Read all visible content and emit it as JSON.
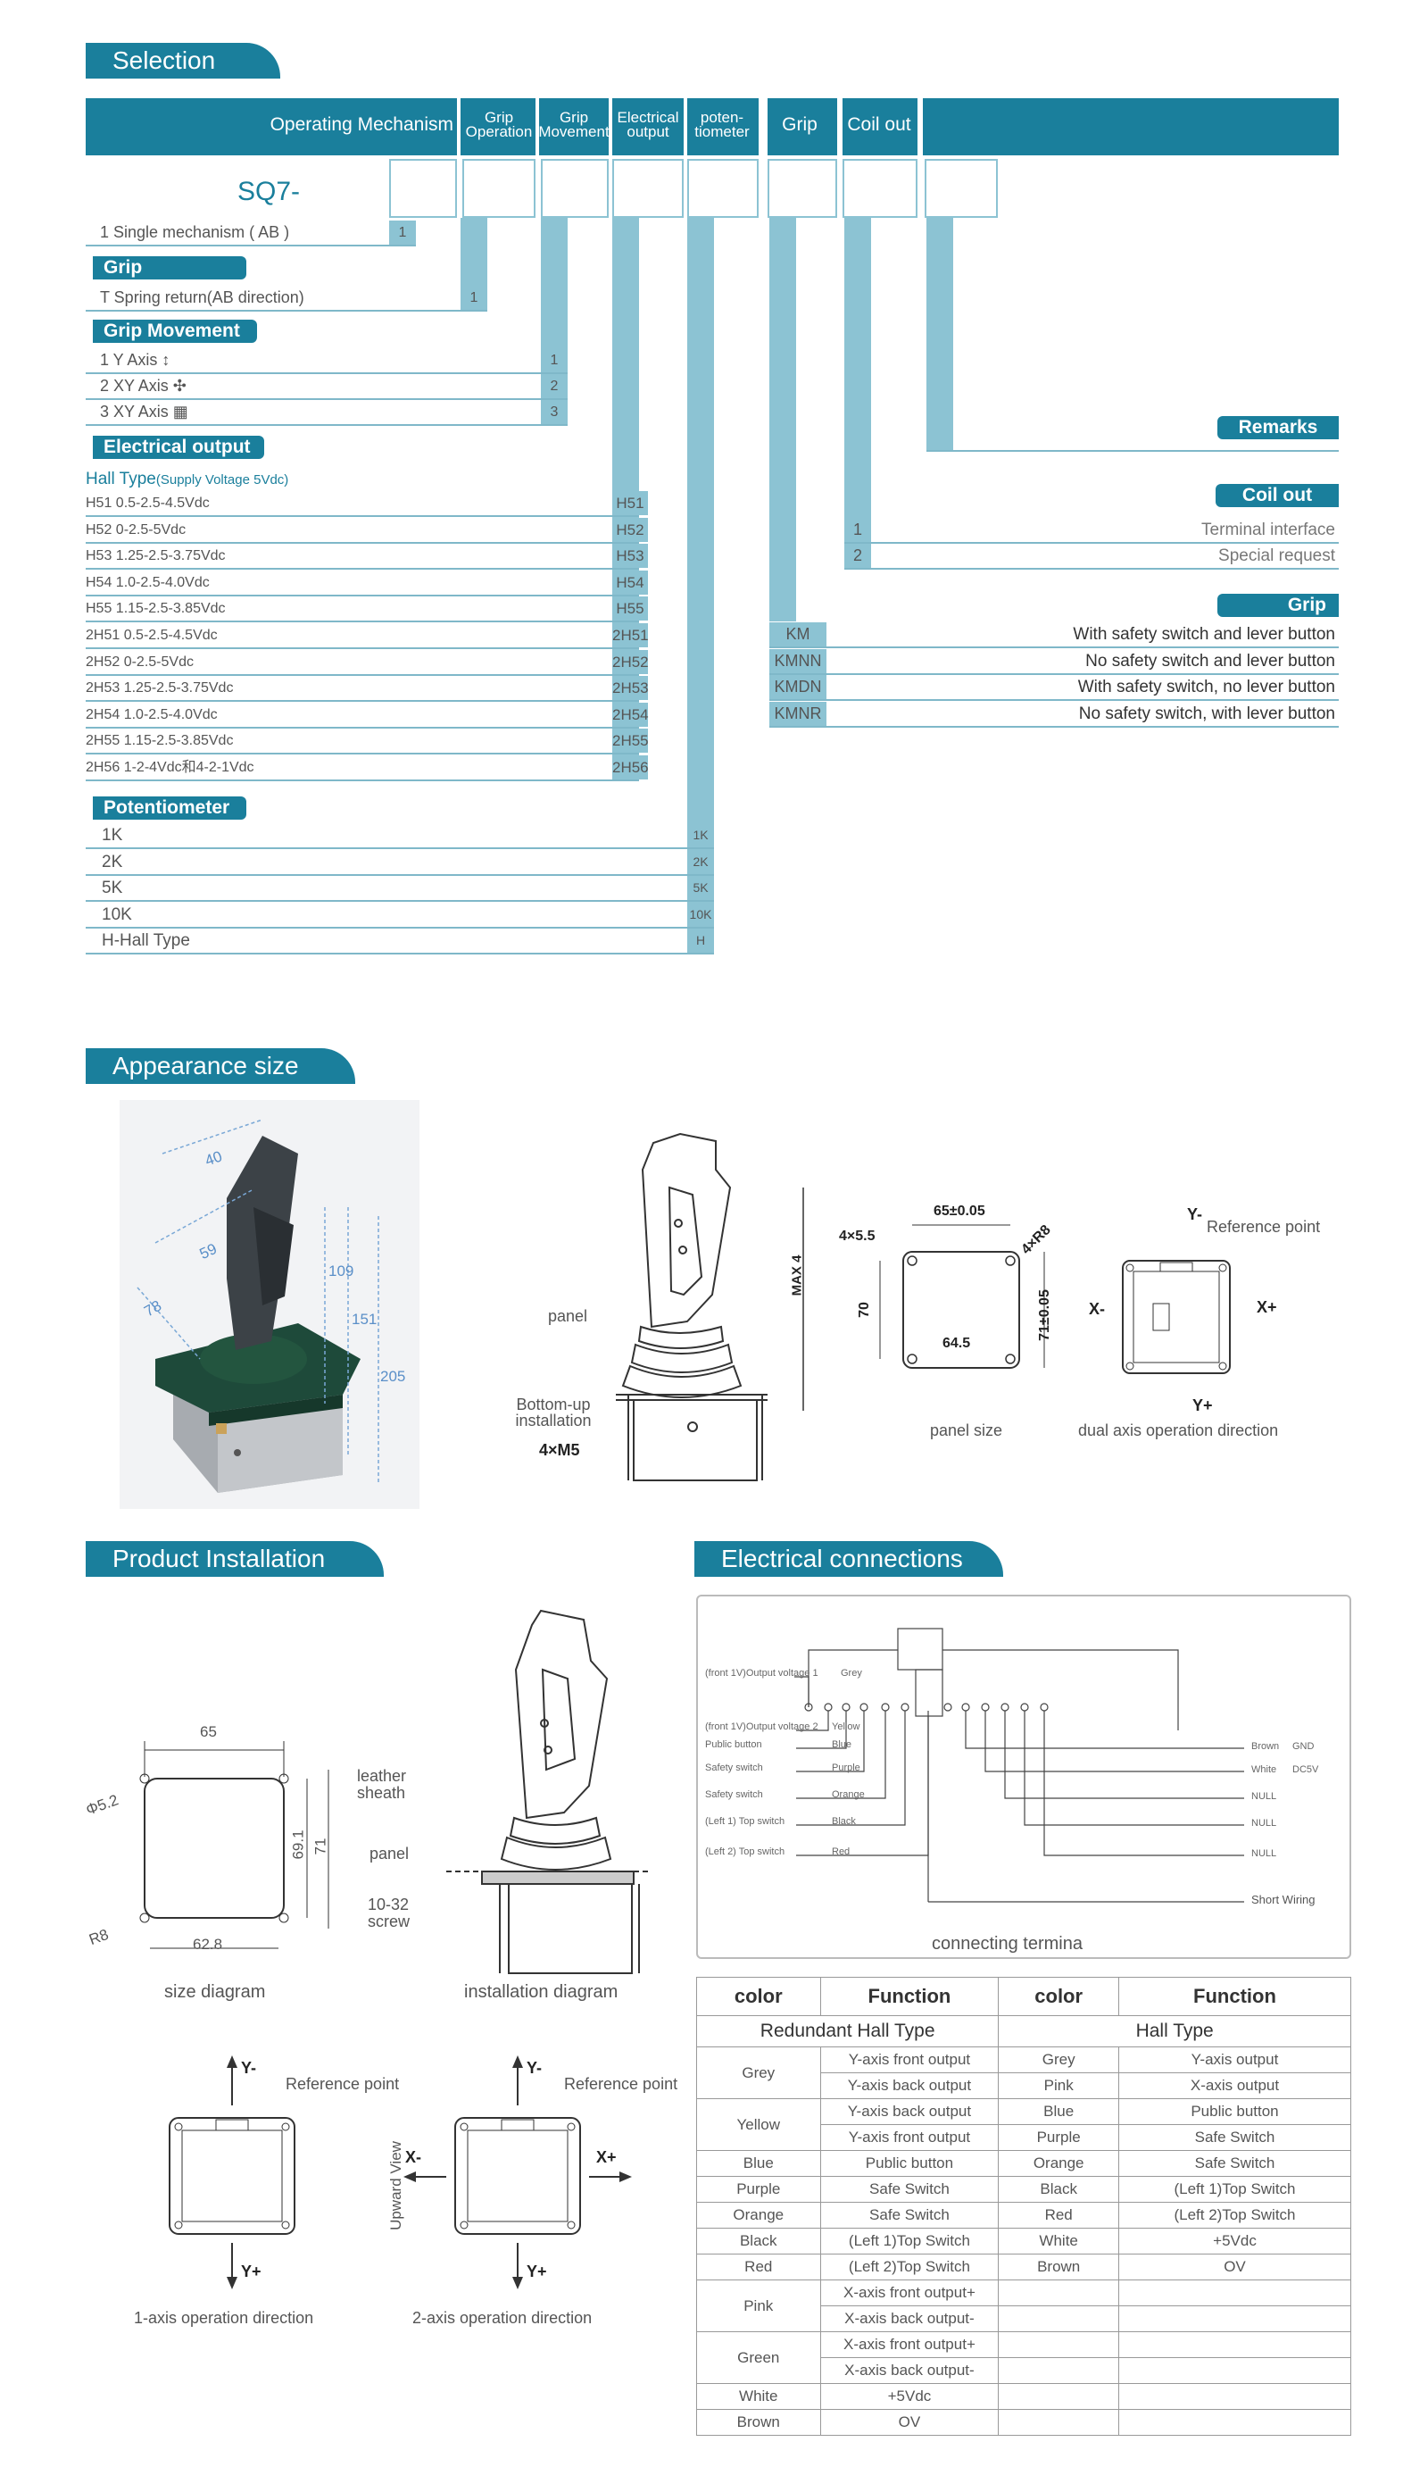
{
  "sections": {
    "selection": "Selection",
    "appearance": "Appearance size",
    "installation": "Product Installation",
    "electrical": "Electrical connections"
  },
  "header": {
    "operating_mechanism": "Operating Mechanism",
    "grip_operation": "Grip Operation",
    "grip_movement": "Grip Movement",
    "electrical_output": "Electrical output",
    "potentiometer": "poten-tiometer",
    "grip": "Grip",
    "coil_out": "Coil out"
  },
  "model": "SQ7-",
  "mechanism": {
    "text": "1 Single mechanism ( AB )",
    "code": "1"
  },
  "grip_operation": {
    "title": "Grip Operation",
    "text": "T Spring return(AB direction)",
    "code": "1"
  },
  "grip_movement": {
    "title": "Grip Movement",
    "items": [
      {
        "text": "1  Y Axis ↕",
        "code": "1"
      },
      {
        "text": "2  XY Axis ✣",
        "code": "2"
      },
      {
        "text": "3  XY Axis ▦",
        "code": "3"
      }
    ]
  },
  "electrical_output": {
    "title": "Electrical output",
    "subtitle": "Hall Type",
    "subtitle_note": "(Supply Voltage 5Vdc)",
    "items": [
      {
        "text": "H51 0.5-2.5-4.5Vdc",
        "code": "H51"
      },
      {
        "text": "H52 0-2.5-5Vdc",
        "code": "H52"
      },
      {
        "text": "H53 1.25-2.5-3.75Vdc",
        "code": "H53"
      },
      {
        "text": "H54 1.0-2.5-4.0Vdc",
        "code": "H54"
      },
      {
        "text": "H55  1.15-2.5-3.85Vdc",
        "code": "H55"
      },
      {
        "text": "2H51 0.5-2.5-4.5Vdc",
        "code": "2H51"
      },
      {
        "text": "2H52 0-2.5-5Vdc",
        "code": "2H52"
      },
      {
        "text": "2H53 1.25-2.5-3.75Vdc",
        "code": "2H53"
      },
      {
        "text": "2H54 1.0-2.5-4.0Vdc",
        "code": "2H54"
      },
      {
        "text": "2H55  1.15-2.5-3.85Vdc",
        "code": "2H55"
      },
      {
        "text": "2H56  1-2-4Vdc和4-2-1Vdc",
        "code": "2H56"
      }
    ]
  },
  "potentiometer": {
    "title": "Potentiometer",
    "items": [
      {
        "text": "1K",
        "code": "1K"
      },
      {
        "text": "2K",
        "code": "2K"
      },
      {
        "text": "5K",
        "code": "5K"
      },
      {
        "text": "10K",
        "code": "10K"
      },
      {
        "text": "H-Hall Type",
        "code": "H"
      }
    ]
  },
  "remarks": {
    "title": "Remarks"
  },
  "coil_out": {
    "title": "Coil out",
    "items": [
      {
        "code": "1",
        "text": "Terminal interface"
      },
      {
        "code": "2",
        "text": "Special request"
      }
    ]
  },
  "grip": {
    "title": "Grip",
    "items": [
      {
        "code": "KM",
        "text": "With safety switch and lever button"
      },
      {
        "code": "KMNN",
        "text": "No safety switch and lever button"
      },
      {
        "code": "KMDN",
        "text": "With safety switch, no lever button"
      },
      {
        "code": "KMNR",
        "text": "No safety switch, with lever button"
      }
    ]
  },
  "appearance": {
    "dims3d": [
      "40",
      "59",
      "109",
      "151",
      "205",
      "78"
    ],
    "panel": "panel",
    "bottom_up": "Bottom-up installation",
    "m5": "4×M5",
    "max4": "MAX 4",
    "d70": "70",
    "d65": "65±0.05",
    "d645": "64.5",
    "d71": "71±0.05",
    "h455": "4×5.5",
    "r8": "4×R8",
    "panel_size": "panel size",
    "yminus": "Y-",
    "yplus": "Y+",
    "xminus": "X-",
    "xplus": "X+",
    "ref": "Reference point",
    "dual": "dual axis operation direction"
  },
  "installation": {
    "d65": "65",
    "d52": "Φ5.2",
    "d691": "69.1",
    "d71": "71",
    "r8": "R8",
    "d628": "62.8",
    "leather": "leather sheath",
    "panel": "panel",
    "screw": "10-32 screw",
    "size_diagram": "size diagram",
    "install_diagram": "installation diagram",
    "yminus": "Y-",
    "yplus": "Y+",
    "xminus": "X-",
    "xplus": "X+",
    "ref": "Reference point",
    "upward": "Upward View",
    "one_axis": "1-axis operation direction",
    "two_axis": "2-axis operation direction"
  },
  "wiring": {
    "left": [
      {
        "label": "(front 1V)Output voltage 1",
        "color": "Grey"
      },
      {
        "label": "(front  1V)Output voltage 2",
        "color": "Yellow"
      },
      {
        "label": "Public button",
        "color": "Blue"
      },
      {
        "label": "Safety switch",
        "color": "Purple"
      },
      {
        "label": "Safety switch",
        "color": "Orange"
      },
      {
        "label": "(Left 1) Top switch",
        "color": "Black"
      },
      {
        "label": "(Left 2) Top switch",
        "color": "Red"
      }
    ],
    "right": [
      {
        "color": "Brown",
        "label": "GND"
      },
      {
        "color": "White",
        "label": "DC5V"
      },
      {
        "color": "",
        "label": "NULL"
      },
      {
        "color": "",
        "label": "NULL"
      },
      {
        "color": "",
        "label": "NULL"
      }
    ],
    "short": "Short Wiring",
    "caption": "connecting termina"
  },
  "table": {
    "headers": [
      "color",
      "Function",
      "color",
      "Function"
    ],
    "left_title": "Redundant Hall Type",
    "right_title": "Hall Type",
    "left_rows": [
      {
        "color": "Grey",
        "funcs": [
          "Y-axis front output",
          "Y-axis back output"
        ]
      },
      {
        "color": "Yellow",
        "funcs": [
          "Y-axis back output",
          "Y-axis front output"
        ]
      },
      {
        "color": "Blue",
        "funcs": [
          "Public button"
        ]
      },
      {
        "color": "Purple",
        "funcs": [
          "Safe Switch"
        ]
      },
      {
        "color": "Orange",
        "funcs": [
          "Safe Switch"
        ]
      },
      {
        "color": "Black",
        "funcs": [
          "(Left 1)Top Switch"
        ]
      },
      {
        "color": "Red",
        "funcs": [
          "(Left 2)Top Switch"
        ]
      },
      {
        "color": "Pink",
        "funcs": [
          "X-axis front output+",
          "X-axis back output-"
        ]
      },
      {
        "color": "Green",
        "funcs": [
          "X-axis front output+",
          "X-axis back output-"
        ]
      },
      {
        "color": "White",
        "funcs": [
          "+5Vdc"
        ]
      },
      {
        "color": "Brown",
        "funcs": [
          "OV"
        ]
      }
    ],
    "right_rows": [
      {
        "color": "Grey",
        "func": "Y-axis output"
      },
      {
        "color": "Pink",
        "func": "X-axis output"
      },
      {
        "color": "Blue",
        "func": "Public button"
      },
      {
        "color": "Purple",
        "func": "Safe Switch"
      },
      {
        "color": "Orange",
        "func": "Safe Switch"
      },
      {
        "color": "Black",
        "func": "(Left 1)Top Switch"
      },
      {
        "color": "Red",
        "func": "(Left 2)Top Switch"
      },
      {
        "color": "White",
        "func": "+5Vdc"
      },
      {
        "color": "Brown",
        "func": "OV"
      }
    ]
  },
  "colors": {
    "primary": "#1a7f9c",
    "light": "#8cc3d3",
    "line": "#7fb8c9"
  }
}
